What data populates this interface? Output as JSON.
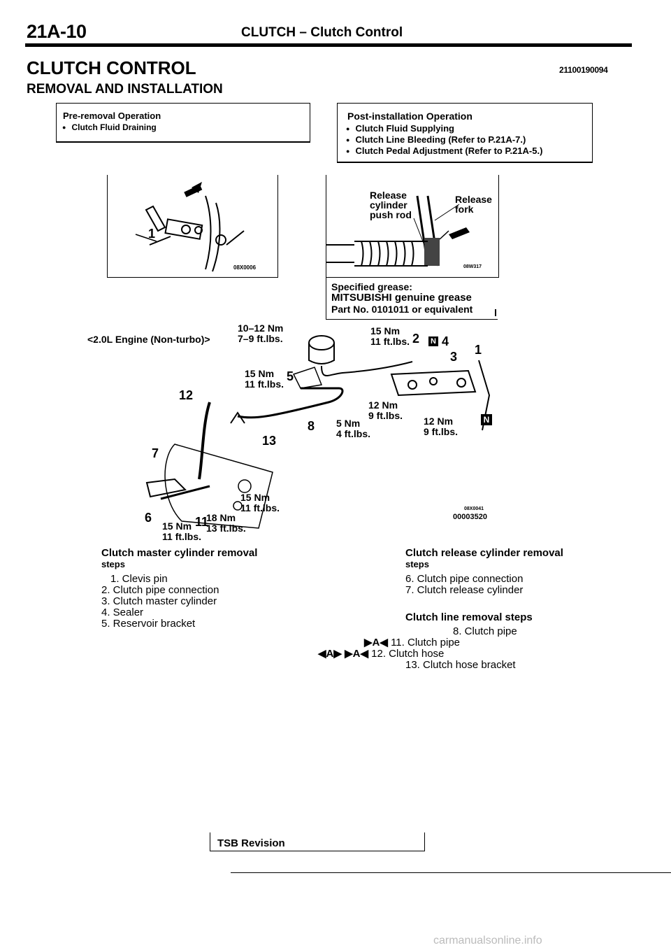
{
  "header": {
    "page_number": "21A-10",
    "title": "CLUTCH – Clutch Control"
  },
  "section_title": "CLUTCH CONTROL",
  "section_code": "21100190094",
  "subsection_title": "REMOVAL AND INSTALLATION",
  "pre_removal": {
    "heading": "Pre-removal Operation",
    "items": [
      "Clutch Fluid Draining"
    ]
  },
  "post_installation": {
    "heading": "Post-installation Operation",
    "items": [
      "Clutch Fluid Supplying",
      "Clutch Line Bleeding (Refer to P.21A-7.)",
      "Clutch Pedal Adjustment (Refer to P.21A-5.)"
    ]
  },
  "figure1": {
    "code": "08X0006",
    "callout": "1"
  },
  "figure2": {
    "code": "08W317",
    "labels": {
      "release_cylinder_push_rod": [
        "Release",
        "cylinder",
        "push rod"
      ],
      "release_fork": [
        "Release",
        "fork"
      ]
    },
    "note": [
      "Specified grease:",
      "MITSUBISHI genuine grease",
      "Part No. 0101011 or equivalent"
    ]
  },
  "figure3": {
    "caption": "<2.0L Engine (Non-turbo)>",
    "code": "08X0041",
    "ref": "00003520",
    "torques": [
      [
        "10–12 Nm",
        "7–9 ft.lbs."
      ],
      [
        "15 Nm",
        "11 ft.lbs."
      ],
      [
        "15 Nm",
        "11 ft.lbs."
      ],
      [
        "12 Nm",
        "9 ft.lbs."
      ],
      [
        "5 Nm",
        "4 ft.lbs."
      ],
      [
        "12 Nm",
        "9 ft.lbs."
      ],
      [
        "15 Nm",
        "11 ft.lbs."
      ],
      [
        "18 Nm",
        "13 ft.lbs."
      ],
      [
        "15 Nm",
        "11 ft.lbs."
      ]
    ],
    "callouts": [
      "1",
      "2",
      "3",
      "4",
      "5",
      "6",
      "7",
      "8",
      "11",
      "12",
      "13"
    ],
    "n_mark": "N"
  },
  "master_cylinder": {
    "heading": "Clutch master cylinder removal",
    "sub": "steps",
    "steps": [
      "1. Clevis pin",
      "2. Clutch pipe connection",
      "3. Clutch master cylinder",
      "4. Sealer",
      "5. Reservoir bracket"
    ]
  },
  "release_cylinder": {
    "heading": "Clutch release cylinder removal",
    "sub": "steps",
    "steps": [
      "6. Clutch pipe connection",
      "7. Clutch release cylinder"
    ]
  },
  "clutch_line": {
    "heading": "Clutch line removal steps",
    "steps": [
      {
        "marks": "",
        "text": "8. Clutch pipe"
      },
      {
        "marks": "▶A◀",
        "text": "11. Clutch pipe"
      },
      {
        "marks": "◀A▶ ▶A◀",
        "text": "12. Clutch hose"
      },
      {
        "marks": "",
        "text": "13. Clutch hose bracket"
      }
    ]
  },
  "footer": {
    "tsb": "TSB Revision"
  },
  "watermark": "carmanualsonline.info"
}
